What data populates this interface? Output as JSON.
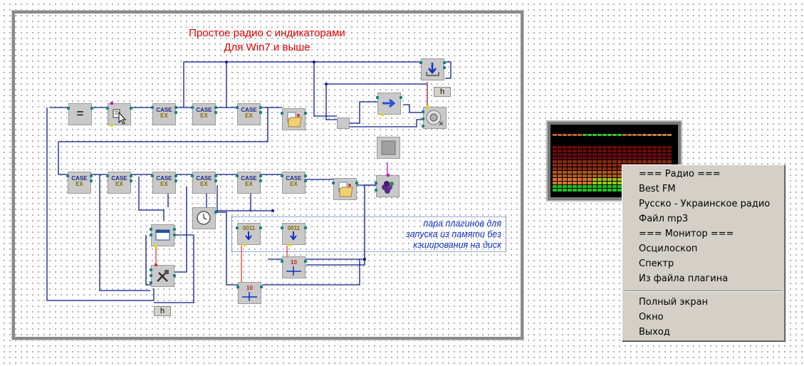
{
  "title": {
    "line1": "Простое радио с индикаторами",
    "line2": "Для Win7 и выше"
  },
  "comment": {
    "line1": "пара  плагинов для",
    "line2": "запуска из памяти без",
    "line3": "кэширования на диск"
  },
  "blocks": {
    "case_label": "CASE",
    "ex_label": "EX",
    "equals_label": "=",
    "counter_label": "0011",
    "index_label": "10"
  },
  "tags": {
    "h_label": "h"
  },
  "context_menu": {
    "items": [
      "=== Радио ===",
      "Best FM",
      "Русско - Украинское радио",
      "Файл mp3",
      "=== Монитор ===",
      "Осцилоскоп",
      "Спектр",
      "Из файла плагина",
      "Полный экран",
      "Окно",
      "Выход"
    ]
  },
  "colors": {
    "wire": "#0a1a8a",
    "title": "#e00000",
    "comment": "#1030c0",
    "menu_bg": "#d4d0c8"
  },
  "icons": [
    "pointer-cursor-icon",
    "folder-icon",
    "download-icon",
    "arrow-right-icon",
    "speaker-icon",
    "clock-icon",
    "window-icon",
    "tools-icon",
    "berry-icon",
    "square-button-icon"
  ]
}
